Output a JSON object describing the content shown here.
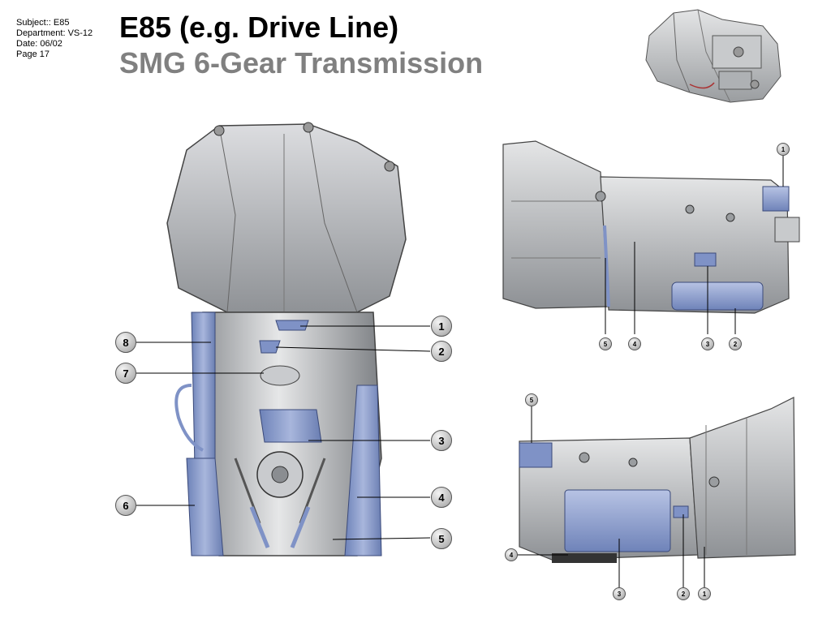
{
  "meta": {
    "subject": "Subject:: E85",
    "department": "Department: VS-12",
    "date": "Date: 06/02",
    "page": "Page 17"
  },
  "title": "E85 (e.g. Drive Line)",
  "subtitle": "SMG 6-Gear Transmission",
  "colors": {
    "metal": "#b9bcbf",
    "metal_dark": "#7d8084",
    "highlight_blue": "#8ea2d0",
    "subtitle_gray": "#808080"
  },
  "main_view": {
    "left_callouts": [
      "8",
      "7",
      "6"
    ],
    "right_callouts": [
      "1",
      "2",
      "3",
      "4",
      "5"
    ]
  },
  "side_view_top": {
    "callouts": [
      "1",
      "5",
      "4",
      "3",
      "2"
    ]
  },
  "side_view_bottom": {
    "callouts": [
      "5",
      "4",
      "3",
      "2",
      "1"
    ]
  }
}
